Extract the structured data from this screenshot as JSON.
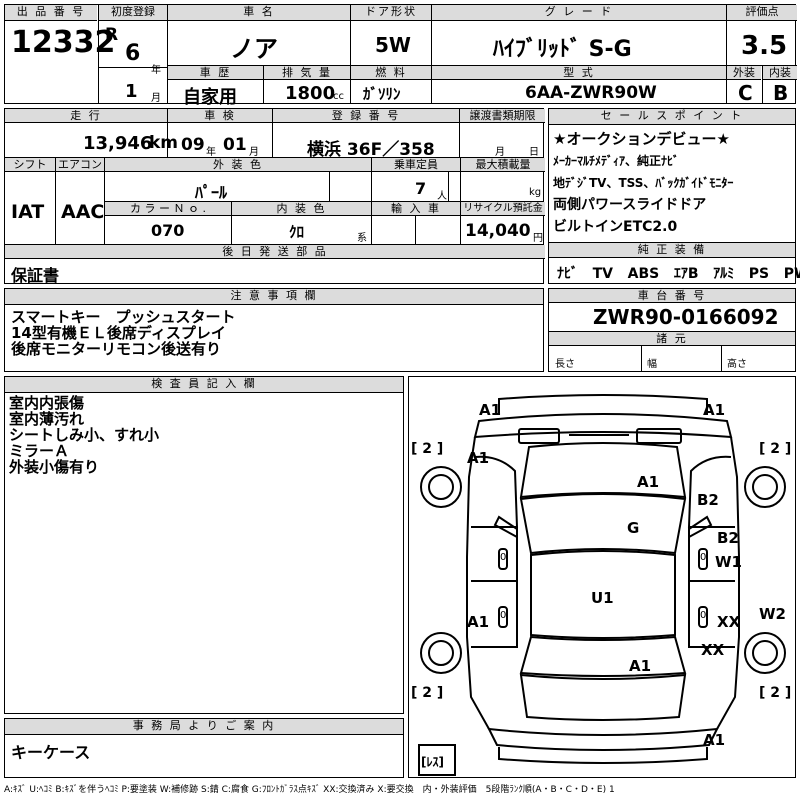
{
  "header": {
    "lot_number_label": "出 品 番 号",
    "lot_number": "12332",
    "first_reg_label": "初度登録",
    "era": "R",
    "year": "6",
    "year_unit": "年",
    "month": "1",
    "month_unit": "月",
    "car_name_label": "車 名",
    "car_name": "ノア",
    "history_label": "車 歴",
    "history": "自家用",
    "displacement_label": "排 気 量",
    "displacement": "1800",
    "displacement_unit": "cc",
    "door_label": "ドア形状",
    "door": "5W",
    "fuel_label": "燃 料",
    "fuel": "ｶﾞｿﾘﾝ",
    "grade_label": "グ レ ー ド",
    "grade": "ﾊｲﾌﾞﾘｯﾄﾞ S-G",
    "model_label": "型 式",
    "model": "6AA-ZWR90W",
    "score_label": "評価点",
    "score": "3.5",
    "exterior_label": "外装",
    "exterior": "C",
    "interior_label": "内装",
    "interior": "B"
  },
  "specs": {
    "mileage_label": "走 行",
    "mileage": "13,946",
    "mileage_unit": "km",
    "inspection_label": "車 検",
    "inspection_year": "09",
    "inspection_year_unit": "年",
    "inspection_month": "01",
    "inspection_month_unit": "月",
    "plate_label": "登 録 番 号",
    "plate": "横浜 36F／358",
    "transfer_label": "譲渡書類期限",
    "transfer_month_unit": "月",
    "transfer_day_unit": "日",
    "shift_label": "シフト",
    "shift": "IAT",
    "ac_label": "エアコン",
    "ac": "AAC",
    "ext_color_label": "外 装 色",
    "ext_color": "ﾊﾟｰﾙ",
    "capacity_label": "乗車定員",
    "capacity": "7",
    "capacity_unit": "人",
    "max_load_label": "最大積載量",
    "max_load_unit": "kg",
    "color_no_label": "カ ラ ー Ｎ ｏ .",
    "color_no": "070",
    "int_color_label": "内 装 色",
    "int_color": "ｸﾛ",
    "int_color_unit": "系",
    "import_label": "輸 入 車",
    "recycle_label": "リサイクル預託金",
    "recycle": "14,040",
    "recycle_unit": "円",
    "later_parts_label": "後 日 発 送 部 品",
    "later_parts": "保証書"
  },
  "sales_points": {
    "label": "セ ー ル ス ポ イ ン ト",
    "lines": [
      "★オークションデビュー★",
      "ﾒｰｶｰﾏﾙﾁﾒﾃﾞｨｱ、純正ﾅﾋﾞ",
      "地ﾃﾞｼﾞTV、TSS、ﾊﾞｯｸｶﾞｲﾄﾞﾓﾆﾀｰ",
      "両側パワースライドドア",
      "ビルトインETC2.0"
    ]
  },
  "equipment": {
    "label": "純 正 装 備",
    "items": [
      "ﾅﾋﾞ",
      "TV",
      "ABS",
      "ｴｱB",
      "ｱﾙﾐ",
      "PS",
      "PW"
    ]
  },
  "notes": {
    "label": "注 意 事 項 欄",
    "lines": [
      "スマートキー　プッシュスタート",
      "14型有機ＥＬ後席ディスプレイ",
      "後席モニターリモコン後送有り"
    ]
  },
  "chassis": {
    "label": "車 台 番 号",
    "number": "ZWR90-0166092",
    "dims_label": "諸 元",
    "length_label": "長さ",
    "width_label": "幅",
    "height_label": "高さ"
  },
  "inspector": {
    "label": "検 査 員 記 入 欄",
    "lines": [
      "室内内張傷",
      "室内薄汚れ",
      "シートしみ小、すれ小",
      "ミラーＡ",
      "外装小傷有り"
    ]
  },
  "office": {
    "label": "事 務 局 よ り ご 案 内",
    "text": "キーケース"
  },
  "diagram": {
    "marks": {
      "front_left": "A1",
      "front_right": "A1",
      "fender_left": "A1",
      "hood": "A1",
      "b2_upper": "B2",
      "windshield": "G",
      "b2_right": "B2",
      "w1": "W1",
      "roof": "U1",
      "door_left": "A1",
      "xx_right1": "XX",
      "w2": "W2",
      "xx_right2": "XX",
      "rear_hatch": "A1",
      "rear_bumper": "A1"
    },
    "tire_fl": "[ 2 ]",
    "tire_fr": "[ 2 ]",
    "tire_rl": "[ 2 ]",
    "tire_rr": "[ 2 ]",
    "zero_l1": "0",
    "zero_r1": "0",
    "zero_l2": "0",
    "zero_r2": "0",
    "spare": "[ﾚｽ]"
  },
  "legend": "A:ｷｽﾞ U:ﾍｺﾐ B:ｷｽﾞを伴うﾍｺﾐ P:要塗装 W:補修跡 S:錆 C:腐食 G:ﾌﾛﾝﾄｶﾞﾗｽ点ｷｽﾞ XX:交換済み X:要交換　内・外装評価　5段階ﾗﾝｸ順(A・B・C・D・E) 1"
}
